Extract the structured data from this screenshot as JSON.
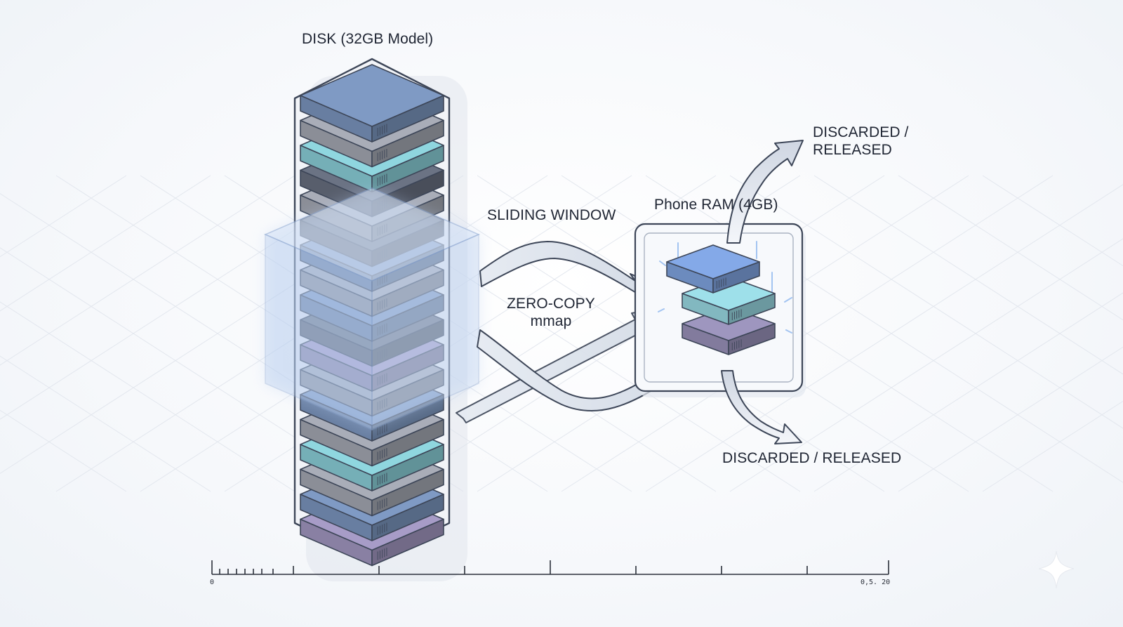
{
  "labels": {
    "disk": "DISK (32GB Model)",
    "sliding_window": "SLIDING WINDOW",
    "zero_copy_line1": "ZERO-COPY",
    "zero_copy_line2": "mmap",
    "phone_ram": "Phone RAM (4GB)",
    "discarded_top_line1": "DISCARDED /",
    "discarded_top_line2": "RELEASED",
    "discarded_bottom": "DISCARDED / RELEASED"
  },
  "scale": {
    "start": "0",
    "end": "0,5. 20"
  },
  "colors": {
    "outline": "#3d4658",
    "layer_blue": "#7f9ac4",
    "layer_gray": "#a9adb8",
    "layer_teal": "#8fd6df",
    "layer_slate": "#6b7384",
    "layer_purple": "#a79cc7",
    "ram_blue": "#84a9e8",
    "ram_teal": "#9ee0ea",
    "ram_purple": "#9e96bf",
    "window_fill": "#b9cff0"
  },
  "disk_layers": [
    "blue",
    "gray",
    "teal",
    "slate",
    "gray",
    "slate",
    "blue",
    "gray",
    "blue",
    "slate",
    "purple",
    "gray",
    "blue",
    "gray",
    "teal",
    "gray",
    "blue",
    "purple"
  ],
  "ram_layers": [
    "blue",
    "teal",
    "purple"
  ]
}
